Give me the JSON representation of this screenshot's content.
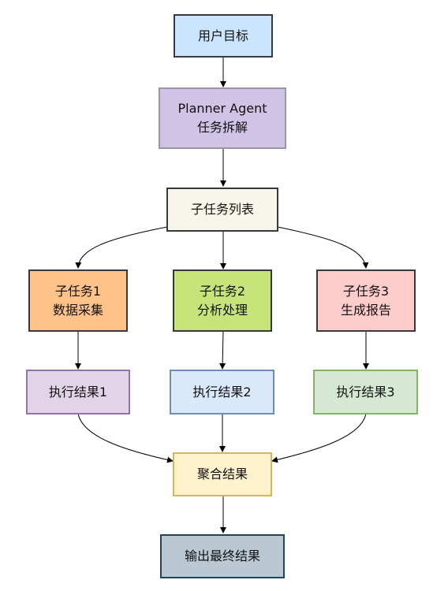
{
  "diagram": {
    "goal": {
      "label": "用户目标",
      "fill": "#cce5ff",
      "stroke": "#36393d"
    },
    "planner": {
      "line1": "Planner Agent",
      "line2": "任务拆解",
      "fill": "#d0c3e6",
      "stroke": "#9b93a8"
    },
    "list": {
      "label": "子任务列表",
      "fill": "#f8f6ea",
      "stroke": "#36393d"
    },
    "task1": {
      "line1": "子任务1",
      "line2": "数据采集",
      "fill": "#ffc389",
      "stroke": "#36393d"
    },
    "task2": {
      "line1": "子任务2",
      "line2": "分析处理",
      "fill": "#c7e47a",
      "stroke": "#36393d"
    },
    "task3": {
      "line1": "子任务3",
      "line2": "生成报告",
      "fill": "#ffcccc",
      "stroke": "#36393d"
    },
    "result1": {
      "label": "执行结果1",
      "fill": "#e2d3e8",
      "stroke": "#9673a6"
    },
    "result2": {
      "label": "执行结果2",
      "fill": "#dae8fc",
      "stroke": "#6c8ebf"
    },
    "result3": {
      "label": "执行结果3",
      "fill": "#d5e8d4",
      "stroke": "#82b366"
    },
    "aggregate": {
      "label": "聚合结果",
      "fill": "#fff2cc",
      "stroke": "#d6b656"
    },
    "output": {
      "label": "输出最终结果",
      "fill": "#bac8d3",
      "stroke": "#23445d"
    }
  },
  "edge_color": "#000000"
}
